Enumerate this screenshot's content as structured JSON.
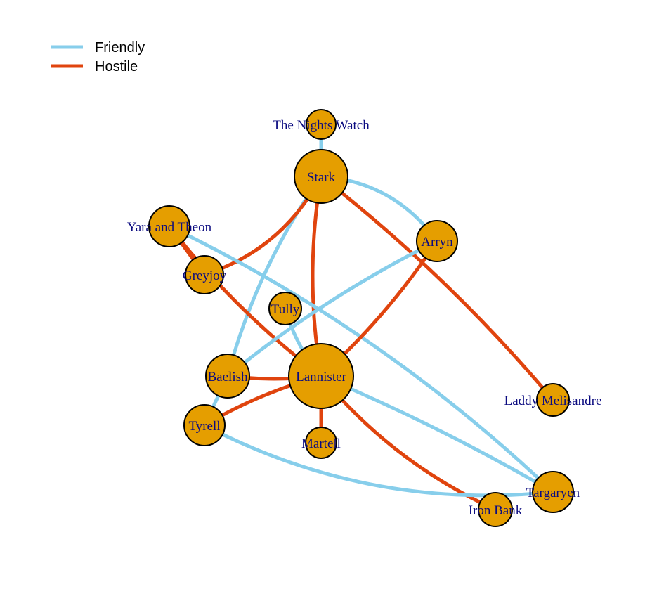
{
  "legend": {
    "items": [
      {
        "id": "friendly",
        "label": "Friendly",
        "color": "#87ceeb"
      },
      {
        "id": "hostile",
        "label": "Hostile",
        "color": "#e0440e"
      }
    ]
  },
  "style": {
    "node_fill": "#e59e00",
    "node_stroke": "#000000",
    "label_color": "#0b0b80"
  },
  "nodes": [
    {
      "id": "nights_watch",
      "label": "The Nights Watch"
    },
    {
      "id": "stark",
      "label": "Stark"
    },
    {
      "id": "yara_theon",
      "label": "Yara and Theon"
    },
    {
      "id": "greyjoy",
      "label": "Greyjoy"
    },
    {
      "id": "arryn",
      "label": "Arryn"
    },
    {
      "id": "tully",
      "label": "Tully"
    },
    {
      "id": "baelish",
      "label": "Baelish"
    },
    {
      "id": "lannister",
      "label": "Lannister"
    },
    {
      "id": "laddy_melisandre",
      "label": "Laddy Melisandre"
    },
    {
      "id": "tyrell",
      "label": "Tyrell"
    },
    {
      "id": "martell",
      "label": "Martell"
    },
    {
      "id": "targaryen",
      "label": "Targaryen"
    },
    {
      "id": "iron_bank",
      "label": "Iron Bank"
    }
  ],
  "edges": [
    {
      "from": "nights_watch",
      "to": "stark",
      "relation": "friendly"
    },
    {
      "from": "stark",
      "to": "arryn",
      "relation": "friendly"
    },
    {
      "from": "stark",
      "to": "baelish",
      "relation": "friendly"
    },
    {
      "from": "stark",
      "to": "greyjoy",
      "relation": "hostile"
    },
    {
      "from": "stark",
      "to": "lannister",
      "relation": "hostile"
    },
    {
      "from": "stark",
      "to": "laddy_melisandre",
      "relation": "hostile"
    },
    {
      "from": "yara_theon",
      "to": "greyjoy",
      "relation": "hostile"
    },
    {
      "from": "yara_theon",
      "to": "lannister",
      "relation": "hostile"
    },
    {
      "from": "yara_theon",
      "to": "targaryen",
      "relation": "friendly"
    },
    {
      "from": "arryn",
      "to": "baelish",
      "relation": "friendly"
    },
    {
      "from": "arryn",
      "to": "lannister",
      "relation": "hostile"
    },
    {
      "from": "tully",
      "to": "lannister",
      "relation": "friendly"
    },
    {
      "from": "baelish",
      "to": "lannister",
      "relation": "hostile"
    },
    {
      "from": "baelish",
      "to": "tyrell",
      "relation": "friendly"
    },
    {
      "from": "lannister",
      "to": "tyrell",
      "relation": "hostile"
    },
    {
      "from": "lannister",
      "to": "martell",
      "relation": "hostile"
    },
    {
      "from": "lannister",
      "to": "iron_bank",
      "relation": "hostile"
    },
    {
      "from": "lannister",
      "to": "targaryen",
      "relation": "friendly"
    },
    {
      "from": "tyrell",
      "to": "targaryen",
      "relation": "friendly"
    }
  ]
}
